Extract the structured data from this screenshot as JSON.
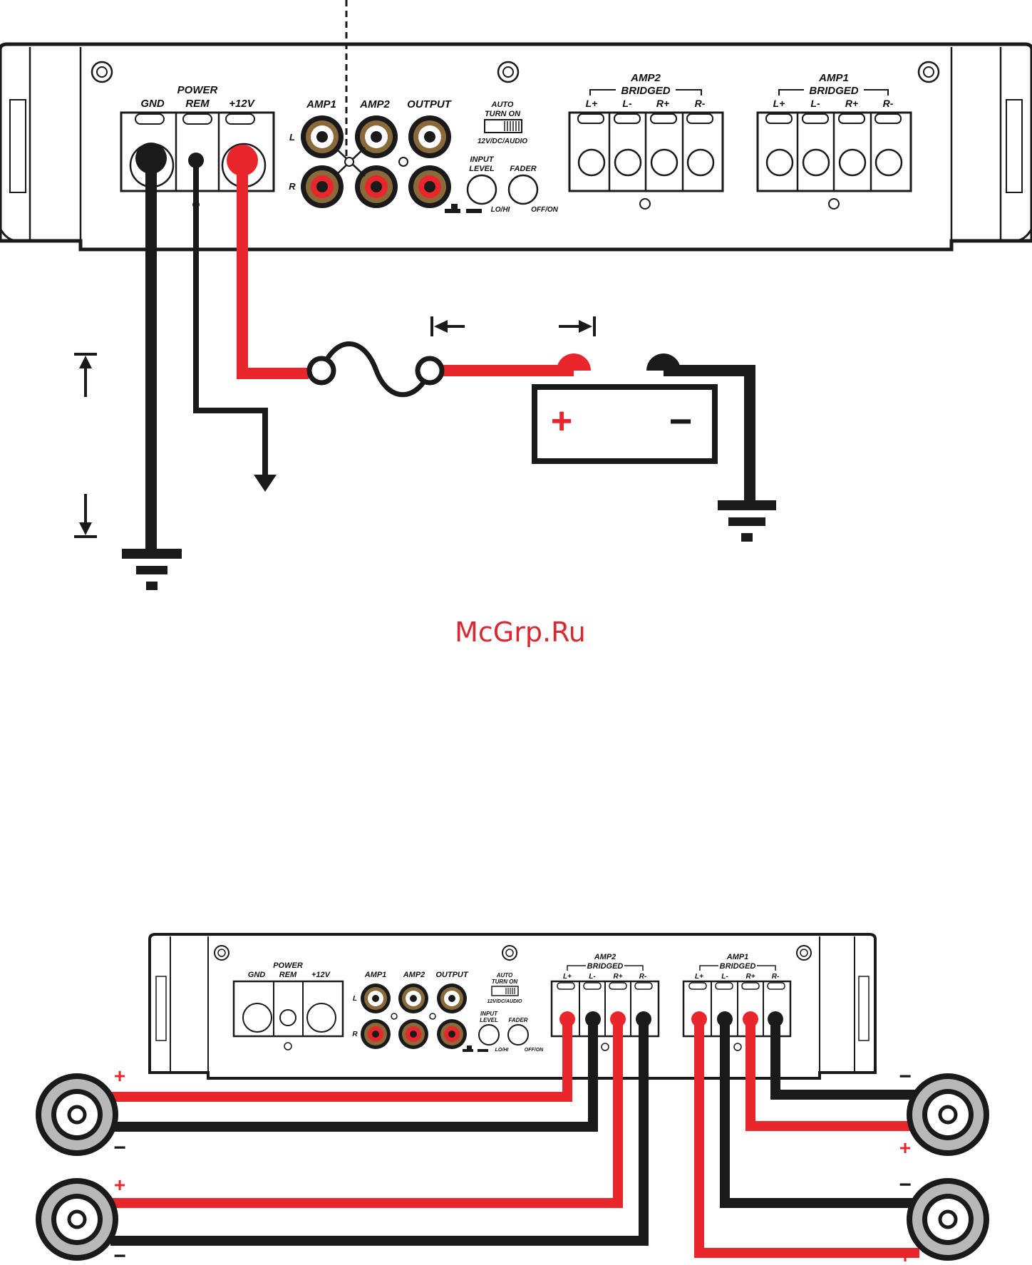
{
  "watermark": "McGrp.Ru",
  "top_amp": {
    "power_header": "POWER",
    "power_terminals": [
      "GND",
      "REM",
      "+12V"
    ],
    "rca_headers": [
      "AMP1",
      "AMP2",
      "OUTPUT"
    ],
    "rca_rows": [
      "L",
      "R"
    ],
    "auto_turn_on": [
      "AUTO",
      "TURN ON"
    ],
    "auto_turn_on_modes": "12V/DC/AUDIO",
    "input_level": [
      "INPUT",
      "LEVEL"
    ],
    "input_level_mode": "LO/HI",
    "fader": "FADER",
    "fader_mode": "OFF/ON",
    "amp2_title": "AMP2",
    "amp1_title": "AMP1",
    "bridged": "BRIDGED",
    "speaker_terminals": [
      "L+",
      "L-",
      "R+",
      "R-"
    ]
  },
  "battery": {
    "plus": "+",
    "minus": "−"
  },
  "bottom_amp": {
    "power_header": "POWER",
    "power_terminals": [
      "GND",
      "REM",
      "+12V"
    ],
    "rca_headers": [
      "AMP1",
      "AMP2",
      "OUTPUT"
    ],
    "rca_rows": [
      "L",
      "R"
    ],
    "auto_turn_on": [
      "AUTO",
      "TURN ON"
    ],
    "auto_turn_on_modes": "12V/DC/AUDIO",
    "input_level": [
      "INPUT",
      "LEVEL"
    ],
    "input_level_mode": "LO/HI",
    "fader": "FADER",
    "fader_mode": "OFF/ON",
    "amp2_title": "AMP2",
    "amp1_title": "AMP1",
    "bridged": "BRIDGED",
    "speaker_terminals": [
      "L+",
      "L-",
      "R+",
      "R-"
    ]
  },
  "speaker_polarity": {
    "plus": "+",
    "minus": "−"
  },
  "colors": {
    "red_wire": "#e8262b",
    "black_wire": "#1a1a1a",
    "gold_rca": "#8a6a3a"
  }
}
